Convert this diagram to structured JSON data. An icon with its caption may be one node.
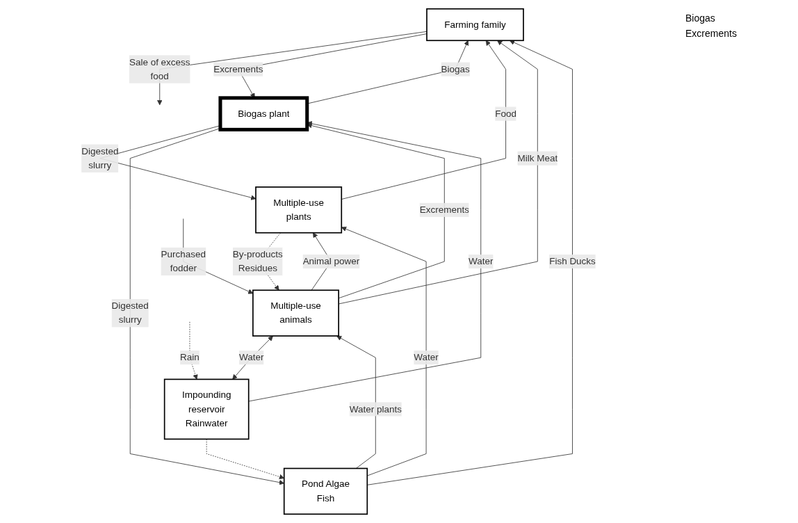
{
  "diagram": {
    "nodes": [
      {
        "text": [
          "Farming family"
        ]
      },
      {
        "text": [
          "Multiple-use plants"
        ]
      },
      {
        "text": [
          "Multiple-use animals"
        ]
      },
      {
        "text": [
          "Pond Algae Fish"
        ]
      },
      {
        "text": [
          "Biogas plant"
        ]
      },
      {
        "text": [
          "Impounding reservoir Rainwater"
        ]
      }
    ],
    "edges": [
      {
        "from": 0,
        "to": null,
        "arrow": "to",
        "label": "Sale of excess food"
      },
      {
        "from": 4,
        "to": 0,
        "arrow": "to",
        "label": "Biogas"
      },
      {
        "from": 3,
        "to": 0,
        "arrow": "to",
        "label": "Fish Ducks"
      },
      {
        "from": 2,
        "to": 0,
        "arrow": "to",
        "label": "Milk Meat"
      },
      {
        "from": 0,
        "to": 4,
        "arrow": "to",
        "label": "Excrements"
      },
      {
        "from": 1,
        "to": 0,
        "arrow": "to",
        "label": "Food"
      },
      {
        "from": 3,
        "to": 1,
        "arrow": "to",
        "label": "Water"
      },
      {
        "from": 1,
        "to": 2,
        "arrow": "to",
        "label": "By-products Residues",
        "style": "dashed"
      },
      {
        "from": 2,
        "to": 1,
        "arrow": "to",
        "label": "Animal power"
      },
      {
        "from": null,
        "to": 2,
        "arrow": "to",
        "label": "Purchased fodder"
      },
      {
        "from": 4,
        "to": 1,
        "arrow": "to",
        "label": "Digested slurry"
      },
      {
        "from": 3,
        "to": 2,
        "arrow": "to",
        "label": "Water plants"
      },
      {
        "from": 4,
        "to": 3,
        "arrow": "to",
        "label": "Digested slurry"
      },
      {
        "from": 2,
        "to": 4,
        "arrow": "to",
        "label": "Excrements"
      },
      {
        "from": 5,
        "to": 3,
        "arrow": "to",
        "style": "dashed"
      },
      {
        "from": 5,
        "to": 4,
        "arrow": "to",
        "label": "Water"
      },
      {
        "from": 2,
        "to": 5,
        "arrow": "both",
        "label": "Water"
      },
      {
        "from": null,
        "to": 5,
        "arrow": "to",
        "label": "Rain",
        "style": "dashed"
      }
    ],
    "labels": [
      "Biogas",
      "Excrements"
    ]
  }
}
